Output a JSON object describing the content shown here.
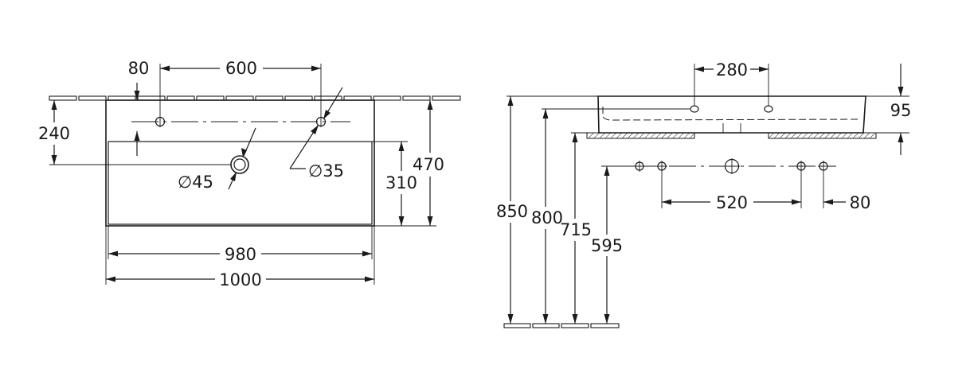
{
  "top_view": {
    "dim_tap_offset": "80",
    "dim_tap_spacing": "600",
    "dim_tap_depth": "240",
    "dim_waste_dia": "∅45",
    "dim_tap_dia": "∅35",
    "dim_bowl_depth": "310",
    "dim_total_depth": "470",
    "dim_bowl_width": "980",
    "dim_total_width": "1000"
  },
  "side_view": {
    "dim_tap_spacing": "280",
    "dim_height": "95",
    "dim_floor_to_top": "850",
    "dim_floor_to_tap": "800",
    "dim_floor_to_underside": "715",
    "dim_floor_to_fixing": "595",
    "dim_fixing_spacing": "520",
    "dim_fixing_offset": "80"
  }
}
